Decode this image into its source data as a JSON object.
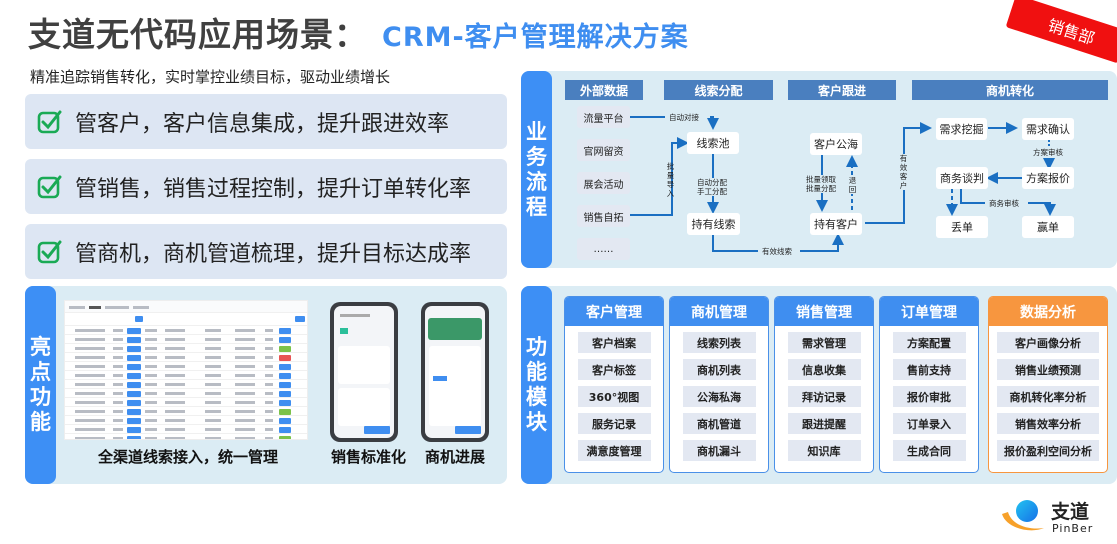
{
  "header": {
    "title": "支道无代码应用场景：",
    "title_highlight": "CRM-客户管理解决方案",
    "subtitle": "精准追踪销售转化，实时掌控业绩目标，驱动业绩增长",
    "department_tag": "销售部"
  },
  "value_props": [
    {
      "icon": "checkbox-checked-icon",
      "text": "管客户，客户信息集成，提升跟进效率"
    },
    {
      "icon": "checkbox-checked-icon",
      "text": "管销售，销售过程控制，提升订单转化率"
    },
    {
      "icon": "checkbox-checked-icon",
      "text": "管商机，商机管道梳理，提升目标达成率"
    }
  ],
  "highlights": {
    "side_label": [
      "亮",
      "点",
      "功",
      "能"
    ],
    "captions": [
      "全渠道线索接入，统一管理",
      "销售标准化",
      "商机进展"
    ]
  },
  "business_flow": {
    "side_label": [
      "业",
      "务",
      "流",
      "程"
    ],
    "columns": [
      "外部数据",
      "线索分配",
      "客户跟进",
      "商机转化"
    ],
    "sources": [
      "流量平台",
      "官网留资",
      "展会活动",
      "销售自拓",
      "……"
    ],
    "nodes": {
      "lead_pool": "线索池",
      "owned_leads": "持有线索",
      "customer_pool": "客户公海",
      "owned_customers": "持有客户",
      "need_mining": "需求挖掘",
      "need_confirm": "需求确认",
      "quotation": "方案报价",
      "negotiation": "商务谈判",
      "lost": "丢单",
      "won": "赢单"
    },
    "edge_labels": {
      "auto_connect": "自动对接",
      "batch_import": "批量导入",
      "auto_assign": "自动分配",
      "manual_assign": "手工分配",
      "valid_leads": "有效线索",
      "batch_claim": "批量领取",
      "batch_assign": "批量分配",
      "return": "退回",
      "valid_customers": "有效客户",
      "plan_review": "方案审核",
      "business_review": "商务审核"
    }
  },
  "modules": {
    "side_label": [
      "功",
      "能",
      "模",
      "块"
    ],
    "groups": [
      {
        "title": "客户管理",
        "items": [
          "客户档案",
          "客户标签",
          "360°视图",
          "服务记录",
          "满意度管理"
        ]
      },
      {
        "title": "商机管理",
        "items": [
          "线索列表",
          "商机列表",
          "公海私海",
          "商机管道",
          "商机漏斗"
        ]
      },
      {
        "title": "销售管理",
        "items": [
          "需求管理",
          "信息收集",
          "拜访记录",
          "跟进提醒",
          "知识库"
        ]
      },
      {
        "title": "订单管理",
        "items": [
          "方案配置",
          "售前支持",
          "报价审批",
          "订单录入",
          "生成合同"
        ]
      },
      {
        "title": "数据分析",
        "items": [
          "客户画像分析",
          "销售业绩预测",
          "商机转化率分析",
          "销售效率分析",
          "报价盈利空间分析"
        ]
      }
    ]
  },
  "logo": {
    "name": "支道",
    "sub": "PinBer"
  },
  "colors": {
    "accent_blue": "#3f8ef0",
    "flow_header": "#4a7fbf",
    "panel_bg": "#dbecf4",
    "check_green": "#1aaa55",
    "tag_red": "#f01010",
    "orange": "#f7963f"
  }
}
